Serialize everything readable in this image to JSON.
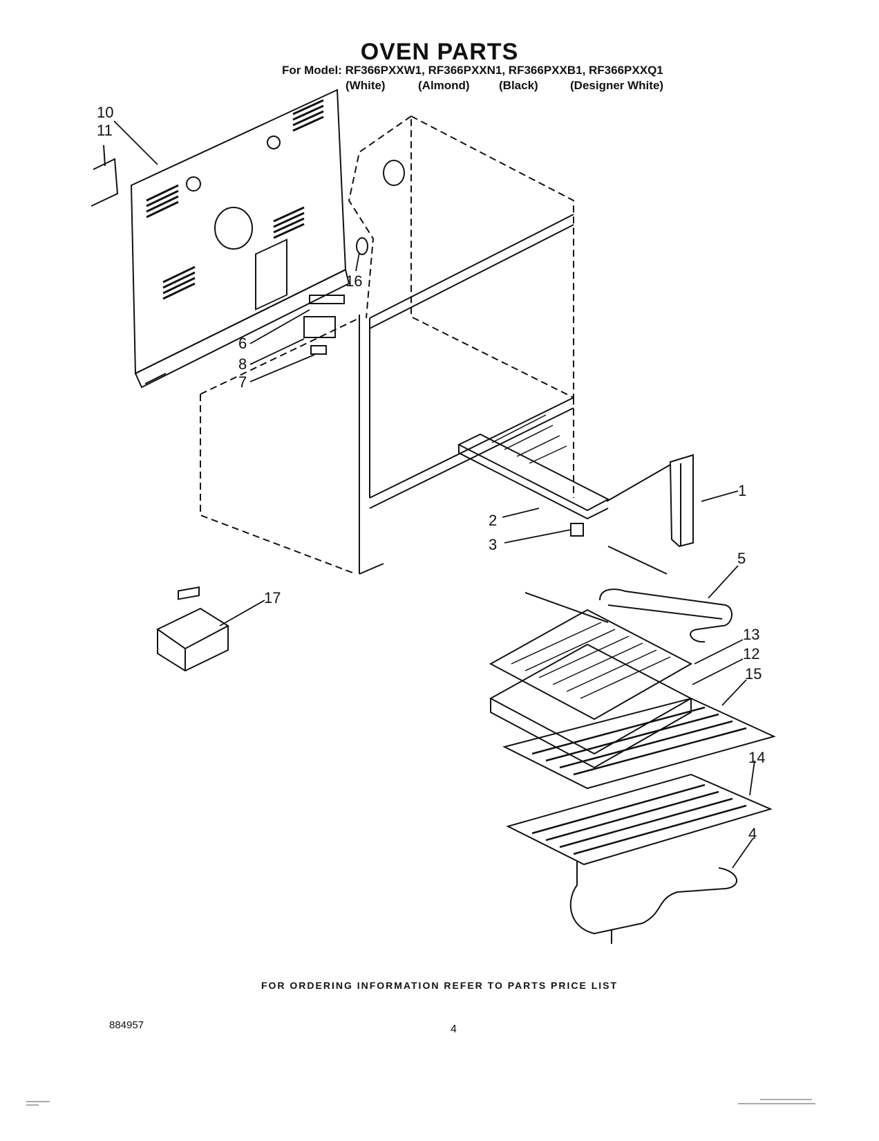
{
  "header": {
    "title": "OVEN PARTS",
    "models_line": "For Model: RF366PXXW1, RF366PXXN1, RF366PXXB1, RF366PXXQ1",
    "variants": [
      "(White)",
      "(Almond)",
      "(Black)",
      "(Designer White)"
    ]
  },
  "callouts": [
    "10",
    "11",
    "16",
    "6",
    "8",
    "7",
    "1",
    "2",
    "3",
    "5",
    "17",
    "13",
    "12",
    "15",
    "14",
    "4"
  ],
  "footer": {
    "ordering_note": "FOR ORDERING INFORMATION REFER TO PARTS PRICE LIST",
    "document_number": "884957",
    "page_number": "4"
  }
}
